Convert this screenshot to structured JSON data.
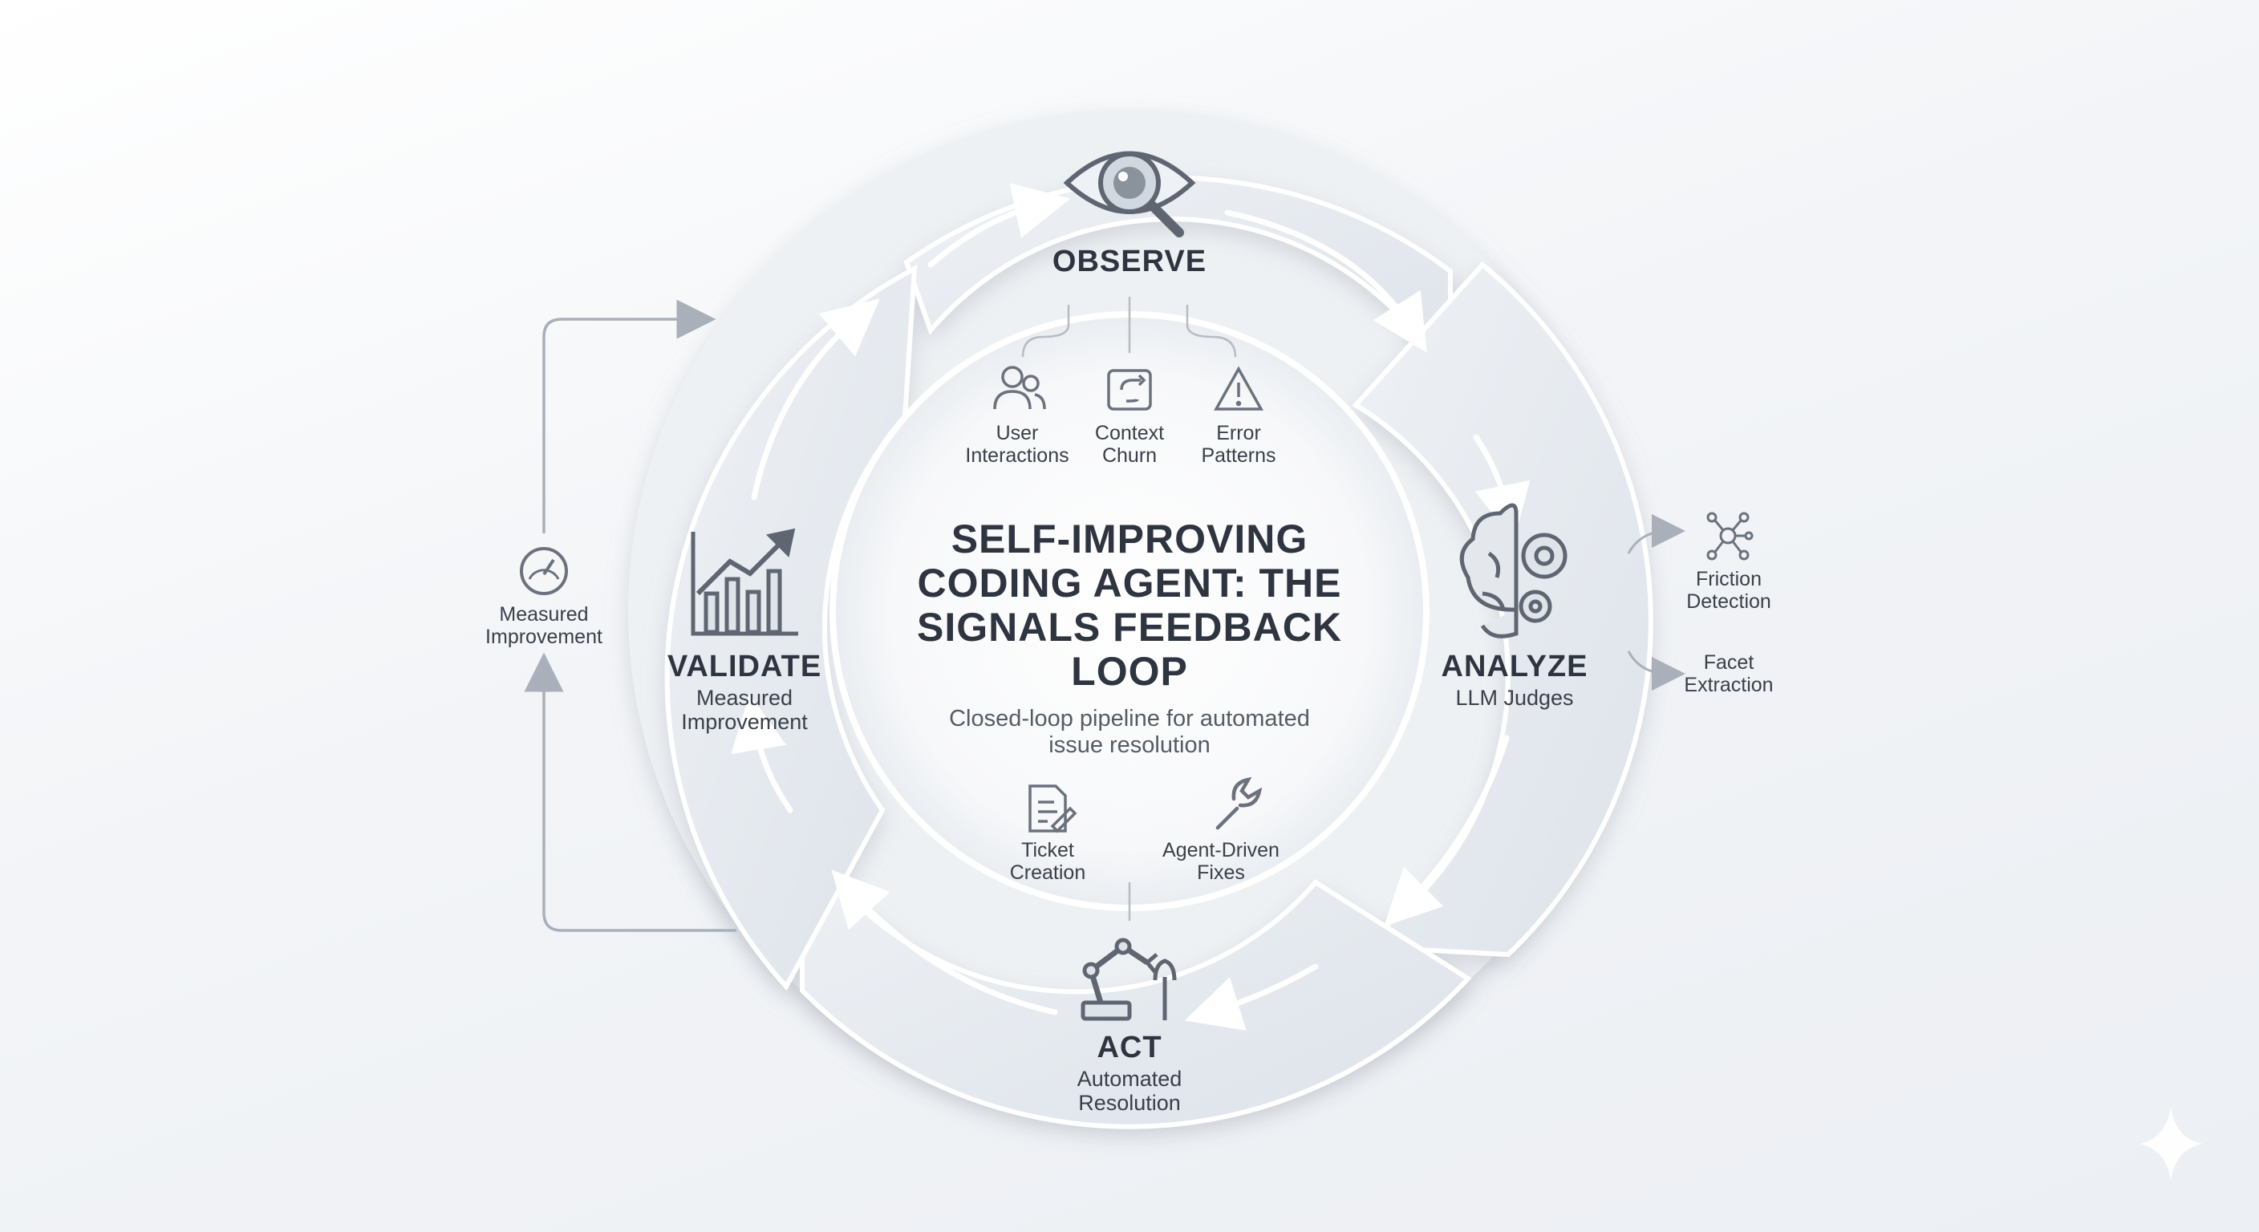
{
  "center": {
    "title": "SELF-IMPROVING CODING AGENT: THE SIGNALS FEEDBACK LOOP",
    "subtitle": "Closed-loop pipeline for automated issue resolution"
  },
  "stages": {
    "observe": {
      "title": "OBSERVE",
      "icon": "eye-magnifier-icon"
    },
    "analyze": {
      "title": "ANALYZE",
      "subtitle": "LLM Judges",
      "icon": "brain-gears-icon"
    },
    "act": {
      "title": "ACT",
      "subtitle": "Automated Resolution",
      "icon": "robot-arm-wrench-icon"
    },
    "validate": {
      "title": "VALIDATE",
      "subtitle": "Measured Improvement",
      "icon": "rising-bar-chart-icon"
    }
  },
  "observe_signals": [
    {
      "label": "User Interactions",
      "icon": "users-icon"
    },
    {
      "label": "Context Churn",
      "icon": "refresh-square-icon"
    },
    {
      "label": "Error Patterns",
      "icon": "warning-triangle-icon"
    }
  ],
  "act_outputs": [
    {
      "label": "Ticket Creation",
      "icon": "document-pencil-icon"
    },
    {
      "label": "Agent-Driven Fixes",
      "icon": "wrench-icon"
    }
  ],
  "analyze_outputs": [
    {
      "label": "Friction Detection",
      "icon": "network-nodes-icon"
    },
    {
      "label": "Facet Extraction"
    }
  ],
  "feedback": {
    "label": "Measured Improvement",
    "icon": "gauge-icon"
  },
  "colors": {
    "ring": "#dfe4ea",
    "line": "#a9b0b9",
    "text": "#2f3540",
    "icon": "#5f6671",
    "background": "#f2f4f7"
  }
}
